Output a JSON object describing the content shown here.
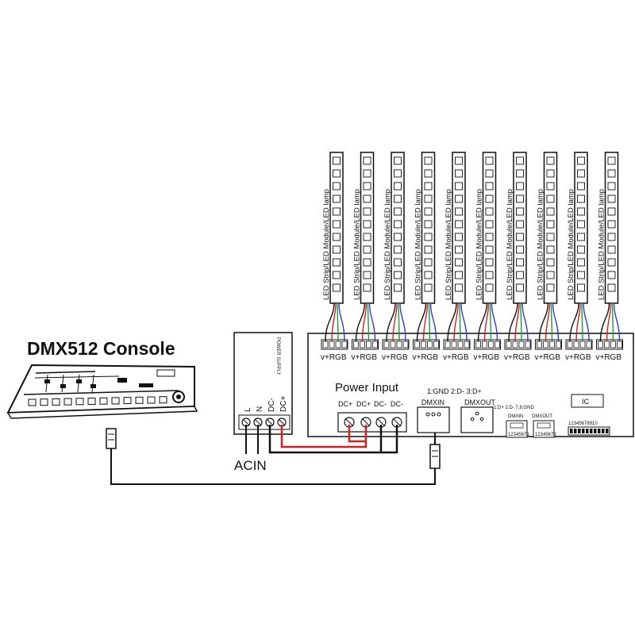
{
  "console": {
    "title": "DMX512 Console"
  },
  "power_supply": {
    "label": "POWER SUPPLY",
    "terminals": [
      "L",
      "N",
      "DC-",
      "DC+"
    ],
    "acin_label": "ACIN"
  },
  "decoder": {
    "power_input_label": "Power Input",
    "power_terminals": [
      "DC+",
      "DC+",
      "DC-",
      "DC-"
    ],
    "dmx_pin_note": "1:GND 2:D- 3:D+",
    "dmxin_label": "DMXIN",
    "dmxout_label": "DMXOUT",
    "rj45_pin_note": "1:D+ 2:D- 7,8:GND",
    "rj45_in_label": "DMXIN",
    "rj45_out_label": "DMXOUT",
    "rj45_digits": "12345678",
    "ic_label": "IC",
    "dip_digits": "12345678910",
    "output_label": "v+RGB",
    "output_count": 10
  },
  "led_strip": {
    "label": "LED Strip/LED Module/LED lamp",
    "count": 10
  },
  "colors": {
    "red_wire": "#d42020",
    "green_wire": "#1f9a3a",
    "blue_wire": "#2b3fd0",
    "black_wire": "#111111"
  }
}
